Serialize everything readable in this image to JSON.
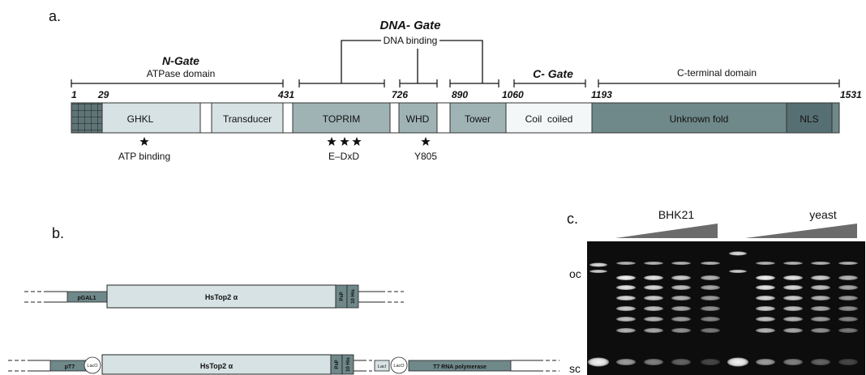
{
  "panel_a": {
    "label": "a.",
    "dna_gate_title": "DNA- Gate",
    "dna_binding_label": "DNA binding",
    "n_gate_title": "N-Gate",
    "atpase_label": "ATPase domain",
    "c_gate_title": "C- Gate",
    "c_terminal_label": "C-terminal domain",
    "positions": [
      "1",
      "29",
      "431",
      "726",
      "890",
      "1060",
      "1193",
      "1531"
    ],
    "domains": {
      "ghkl": "GHKL",
      "transducer": "Transducer",
      "toprim": "TOPRIM",
      "whd": "WHD",
      "tower": "Tower",
      "coil": "Coil  coiled",
      "unknown": "Unknown fold",
      "nls": "NLS"
    },
    "annotations": {
      "atp": "ATP binding",
      "exd": "E–DxD",
      "y805": "Y805"
    },
    "colors": {
      "light": "#d6e2e4",
      "mid": "#9fb3b4",
      "dark": "#6f8889",
      "nls": "#566f72",
      "coil": "#f4f7f7"
    }
  },
  "panel_b": {
    "label": "b.",
    "construct1": {
      "promoter": "pGAL1",
      "gene": "HsTop2 α",
      "psp": "PsP",
      "his": "10 His"
    },
    "construct2": {
      "promoter": "pT7",
      "laco": "LacO",
      "gene": "HsTop2 α",
      "psp": "PsP",
      "his": "10 His",
      "laci": "LacI",
      "laco2": "LacO",
      "t7": "T7 RNA polymerase"
    }
  },
  "panel_c": {
    "label": "c.",
    "group1": "BHK21",
    "group2": "yeast",
    "oc_label": "oc",
    "sc_label": "sc"
  }
}
